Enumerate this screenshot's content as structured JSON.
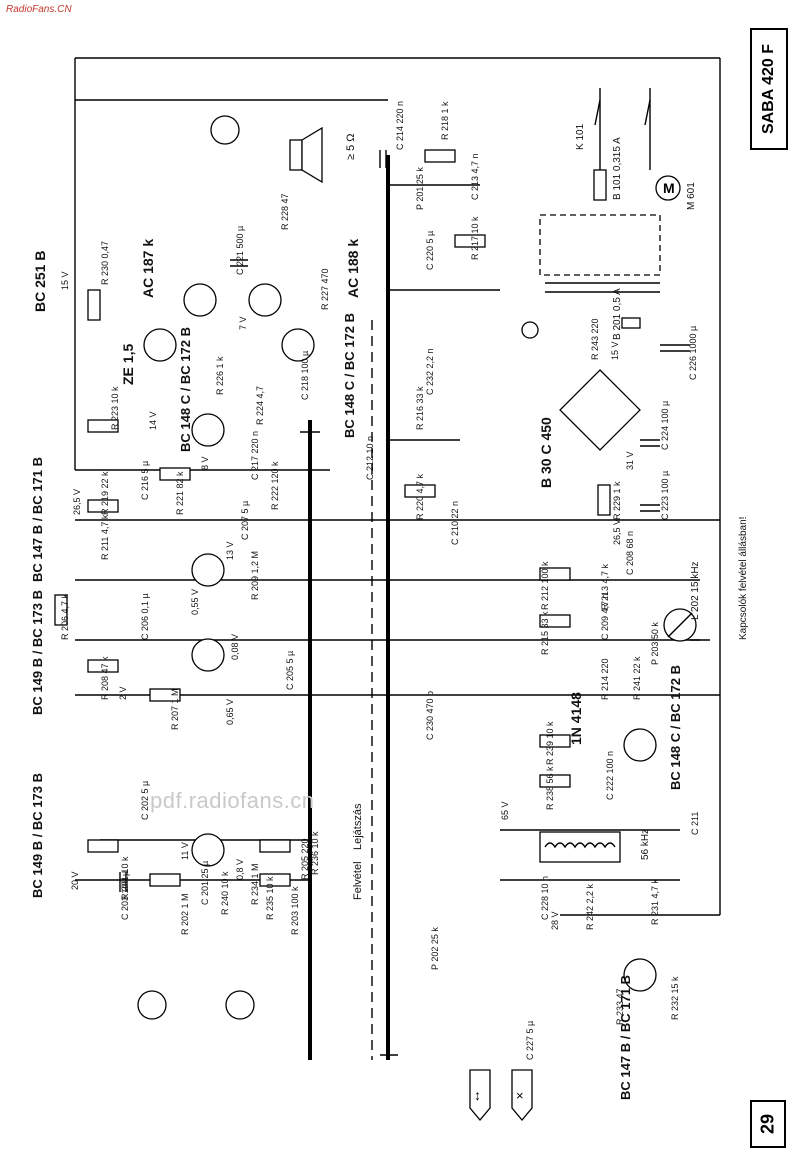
{
  "header": {
    "site_label": "RadioFans.CN",
    "model": "SABA 420 F",
    "page_number": "29",
    "watermark": "pdf.radiofans.cn"
  },
  "notes": {
    "switch_note": "Kapcsolók felvétel állásban!",
    "record_label": "Felvétel",
    "erase_label": "Lejátszás"
  },
  "transistor_types": [
    {
      "id": "t201",
      "text": "BC 149 B / BC 173 B"
    },
    {
      "id": "t202",
      "text": "BC 149 B / BC 173 B"
    },
    {
      "id": "t203",
      "text": "BC 147 B / BC 171 B"
    },
    {
      "id": "t206",
      "text": "BC 148 C / BC 172 B"
    },
    {
      "id": "t207",
      "text": "BC 251 B"
    },
    {
      "id": "t211",
      "text": "AC 187 k"
    },
    {
      "id": "t212",
      "text": "AC 188 k"
    },
    {
      "id": "t208",
      "text": "BC 148 C / BC 172 B"
    },
    {
      "id": "t204",
      "text": "BC 148 C / BC 172 B"
    },
    {
      "id": "t209",
      "text": "BC 147 B / BC 171 B"
    }
  ],
  "power": {
    "rectifier": "B 30 C 450",
    "diode_d201": "1N 4148",
    "zener": "ZE 1,5",
    "fuse": "B 101 0,315 A",
    "fuse2": "B 201 0,5 A",
    "motor": "M 601",
    "switch": "K 101",
    "frequency": "56 kHz",
    "l_202": "L 202 15 kHz"
  },
  "components": [
    {
      "ref": "R 201",
      "value": "10 k"
    },
    {
      "ref": "R 202",
      "value": "1 M"
    },
    {
      "ref": "R 203",
      "value": "100 k"
    },
    {
      "ref": "R 205",
      "value": "220"
    },
    {
      "ref": "R 206",
      "value": "4,7 k"
    },
    {
      "ref": "R 207",
      "value": "1 M"
    },
    {
      "ref": "R 208",
      "value": "47 k"
    },
    {
      "ref": "R 209",
      "value": "1,2 M"
    },
    {
      "ref": "R 211",
      "value": "4,7 k"
    },
    {
      "ref": "R 212",
      "value": "100 k"
    },
    {
      "ref": "R 213",
      "value": "4,7 k"
    },
    {
      "ref": "R 214",
      "value": "220"
    },
    {
      "ref": "R 215",
      "value": "33 k"
    },
    {
      "ref": "R 216",
      "value": "33 k"
    },
    {
      "ref": "R 217",
      "value": "10 k"
    },
    {
      "ref": "R 218",
      "value": "1 k"
    },
    {
      "ref": "R 219",
      "value": "22 k"
    },
    {
      "ref": "R 220",
      "value": "4,7 k"
    },
    {
      "ref": "R 221",
      "value": "82 k"
    },
    {
      "ref": "R 222",
      "value": "120 k"
    },
    {
      "ref": "R 223",
      "value": "10 k"
    },
    {
      "ref": "R 224",
      "value": "4,7"
    },
    {
      "ref": "R 226",
      "value": "1 k"
    },
    {
      "ref": "R 227",
      "value": "470"
    },
    {
      "ref": "R 228",
      "value": "47"
    },
    {
      "ref": "R 229",
      "value": "1 k"
    },
    {
      "ref": "R 230",
      "value": "0,47"
    },
    {
      "ref": "R 231",
      "value": "4,7 k"
    },
    {
      "ref": "R 232",
      "value": "15 k"
    },
    {
      "ref": "R 233",
      "value": "47"
    },
    {
      "ref": "R 234",
      "value": "1 M"
    },
    {
      "ref": "R 235",
      "value": "10 k"
    },
    {
      "ref": "R 236",
      "value": "10 k"
    },
    {
      "ref": "R 238",
      "value": "56 k"
    },
    {
      "ref": "R 239",
      "value": "10 k"
    },
    {
      "ref": "R 240",
      "value": "10 k"
    },
    {
      "ref": "R 241",
      "value": "22 k"
    },
    {
      "ref": "R 242",
      "value": "2,2 k"
    },
    {
      "ref": "R 243",
      "value": "220"
    },
    {
      "ref": "P 201",
      "value": "25 k"
    },
    {
      "ref": "P 202",
      "value": "25 k"
    },
    {
      "ref": "P 203",
      "value": "50 k"
    },
    {
      "ref": "C 201",
      "value": "25 µ"
    },
    {
      "ref": "C 202",
      "value": "5 µ"
    },
    {
      "ref": "C 203",
      "value": "100 µ"
    },
    {
      "ref": "C 205",
      "value": "5 µ"
    },
    {
      "ref": "C 206",
      "value": "0,1 µ"
    },
    {
      "ref": "C 207",
      "value": "5 µ"
    },
    {
      "ref": "C 208",
      "value": "68 n"
    },
    {
      "ref": "C 209",
      "value": "4,7 n"
    },
    {
      "ref": "C 210",
      "value": "22 n"
    },
    {
      "ref": "C 211",
      "value": ""
    },
    {
      "ref": "C 212",
      "value": "10 n"
    },
    {
      "ref": "C 213",
      "value": "4,7 n"
    },
    {
      "ref": "C 214",
      "value": "220 n"
    },
    {
      "ref": "C 216",
      "value": "5 µ"
    },
    {
      "ref": "C 217",
      "value": "220 n"
    },
    {
      "ref": "C 218",
      "value": "100 µ"
    },
    {
      "ref": "C 220",
      "value": "5 µ"
    },
    {
      "ref": "C 221",
      "value": "500 µ"
    },
    {
      "ref": "C 222",
      "value": "100 n"
    },
    {
      "ref": "C 223",
      "value": "100 µ"
    },
    {
      "ref": "C 224",
      "value": "100 µ"
    },
    {
      "ref": "C 226",
      "value": "1000 µ"
    },
    {
      "ref": "C 227",
      "value": "5 µ"
    },
    {
      "ref": "C 228",
      "value": "10 n"
    },
    {
      "ref": "C 230",
      "value": "470 p"
    },
    {
      "ref": "C 232",
      "value": "2,2 n"
    }
  ],
  "voltages": [
    "15 V",
    "14 V",
    "8 V",
    "7 V",
    "26,5 V",
    "13 V",
    "0,55 V",
    "0,08 V",
    "2 V",
    "0,65 V",
    "11 V",
    "0,8 V",
    "20 V",
    "31 V",
    "26,5 V",
    "15 V",
    "65 V",
    "28 V"
  ],
  "speaker": "≥ 5 Ω"
}
